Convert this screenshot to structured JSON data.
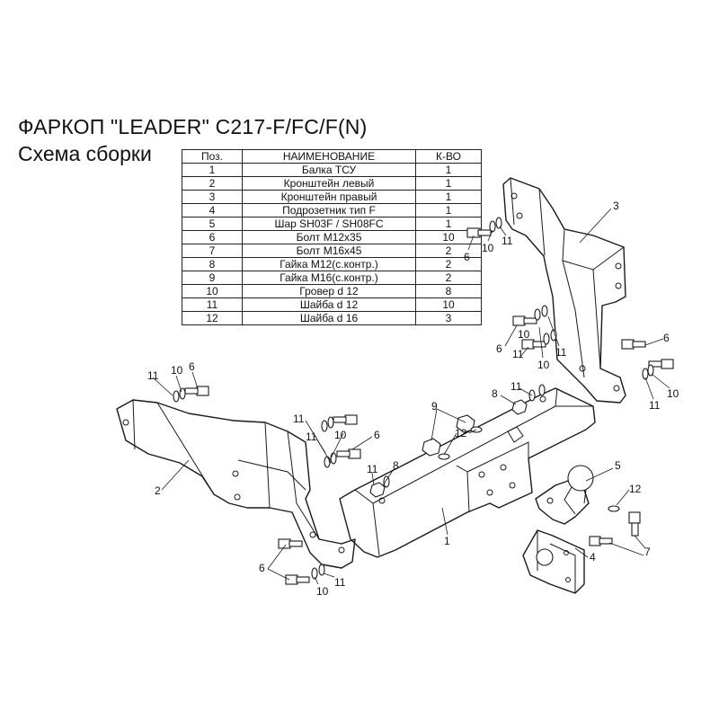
{
  "title": "ФАРКОП \"LEADER\" C217-F/FC/F(N)",
  "subtitle": "Схема сборки",
  "table": {
    "headers": [
      "Поз.",
      "НАИМЕНОВАНИЕ",
      "К-ВО"
    ],
    "rows": [
      [
        "1",
        "Балка ТСУ",
        "1"
      ],
      [
        "2",
        "Кронштейн левый",
        "1"
      ],
      [
        "3",
        "Кронштейн правый",
        "1"
      ],
      [
        "4",
        "Подрозетник тип F",
        "1"
      ],
      [
        "5",
        "Шар SH03F / SH08FC",
        "1"
      ],
      [
        "6",
        "Болт М12х35",
        "10"
      ],
      [
        "7",
        "Болт М16х45",
        "2"
      ],
      [
        "8",
        "Гайка М12(с.контр.)",
        "2"
      ],
      [
        "9",
        "Гайка М16(с.контр.)",
        "2"
      ],
      [
        "10",
        "Гровер d 12",
        "8"
      ],
      [
        "11",
        "Шайба d 12",
        "10"
      ],
      [
        "12",
        "Шайба d 16",
        "3"
      ]
    ]
  },
  "callouts": {
    "c1": "1",
    "c2": "2",
    "c3": "3",
    "c4": "4",
    "c5": "5",
    "c6": "6",
    "c7": "7",
    "c8": "8",
    "c9": "9",
    "c10": "10",
    "c11": "11",
    "c12": "12"
  }
}
